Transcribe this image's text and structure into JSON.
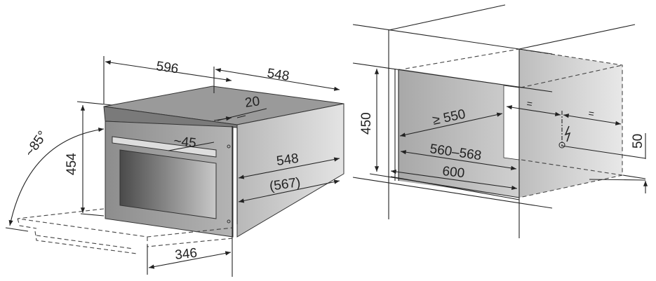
{
  "oven": {
    "width": "596",
    "depth_top": "548",
    "front_panel": "20",
    "handle_depth": "~45",
    "height": "454",
    "body_depth": "548",
    "total_depth": "(567)",
    "door_open_depth": "346",
    "door_angle": "~85°"
  },
  "niche": {
    "height": "450",
    "min_depth": "≥ 550",
    "width_range": "560–568",
    "width_outer": "600",
    "socket_offset": "50",
    "equal_left": "=",
    "equal_right": "=",
    "power_symbol": "lightning-bolt"
  },
  "colors": {
    "line": "#222222",
    "body": "#a0a0a0",
    "window": "#555555"
  }
}
